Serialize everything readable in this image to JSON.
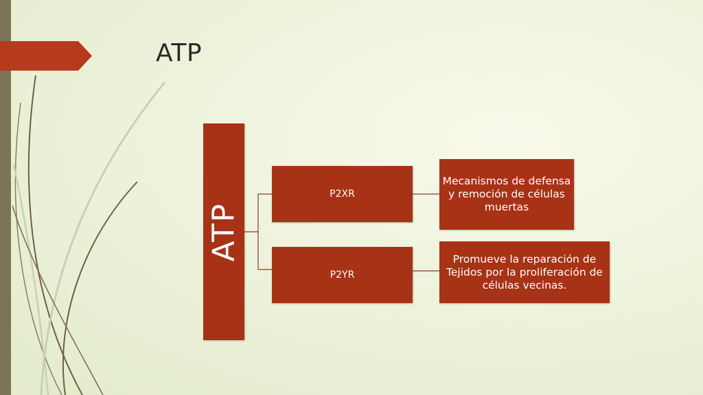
{
  "slide": {
    "title": "ATP"
  },
  "diagram": {
    "root": {
      "label": "ATP"
    },
    "branches": [
      {
        "label": "P2XR",
        "detail": "Mecanismos de defensa y remoción de células muertas"
      },
      {
        "label": "P2YR",
        "detail": "Promueve la reparación de Tejidos por la proliferación de células vecinas."
      }
    ]
  },
  "colors": {
    "box_fill": "#a83216",
    "left_bar": "#7c7456",
    "title_tab": "#b63a1e",
    "connector": "#8a3a22",
    "grass_dark": "#6e6040",
    "grass_light": "#c9d1b1"
  }
}
